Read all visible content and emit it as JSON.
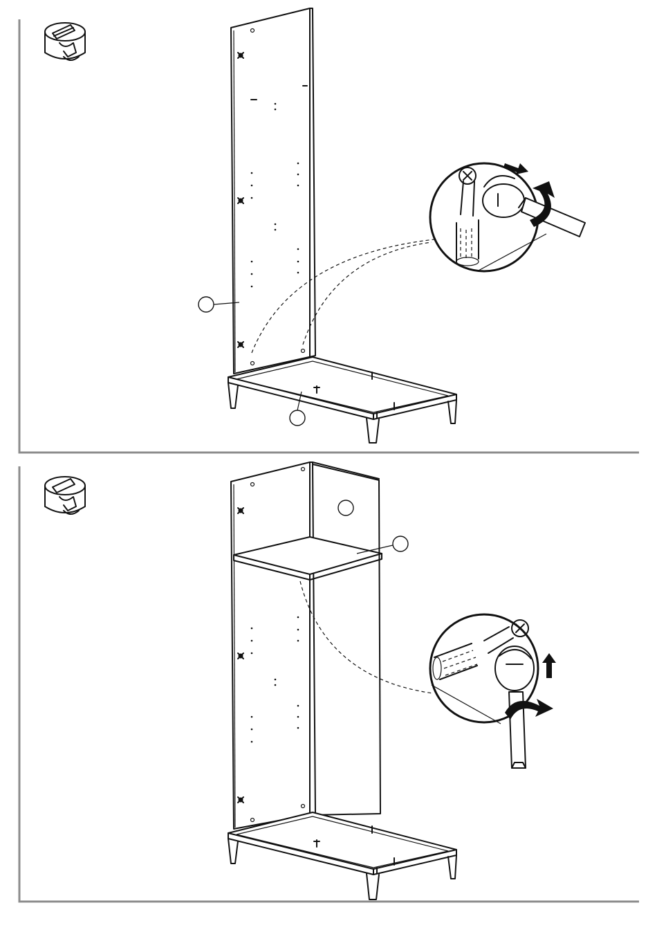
{
  "steps": [
    {
      "name": "step-1",
      "fitting_icon": "cam-lock-icon",
      "detail_action": "cam-lock-tighten-screwdriver",
      "callouts": [
        "",
        ""
      ]
    },
    {
      "name": "step-2",
      "fitting_icon": "cam-lock-icon",
      "detail_action": "cam-lock-tighten-screwdriver",
      "callouts": [
        "",
        ""
      ]
    }
  ],
  "colors": {
    "line": "#111111",
    "frame": "#8c8c8c",
    "background": "#ffffff"
  }
}
